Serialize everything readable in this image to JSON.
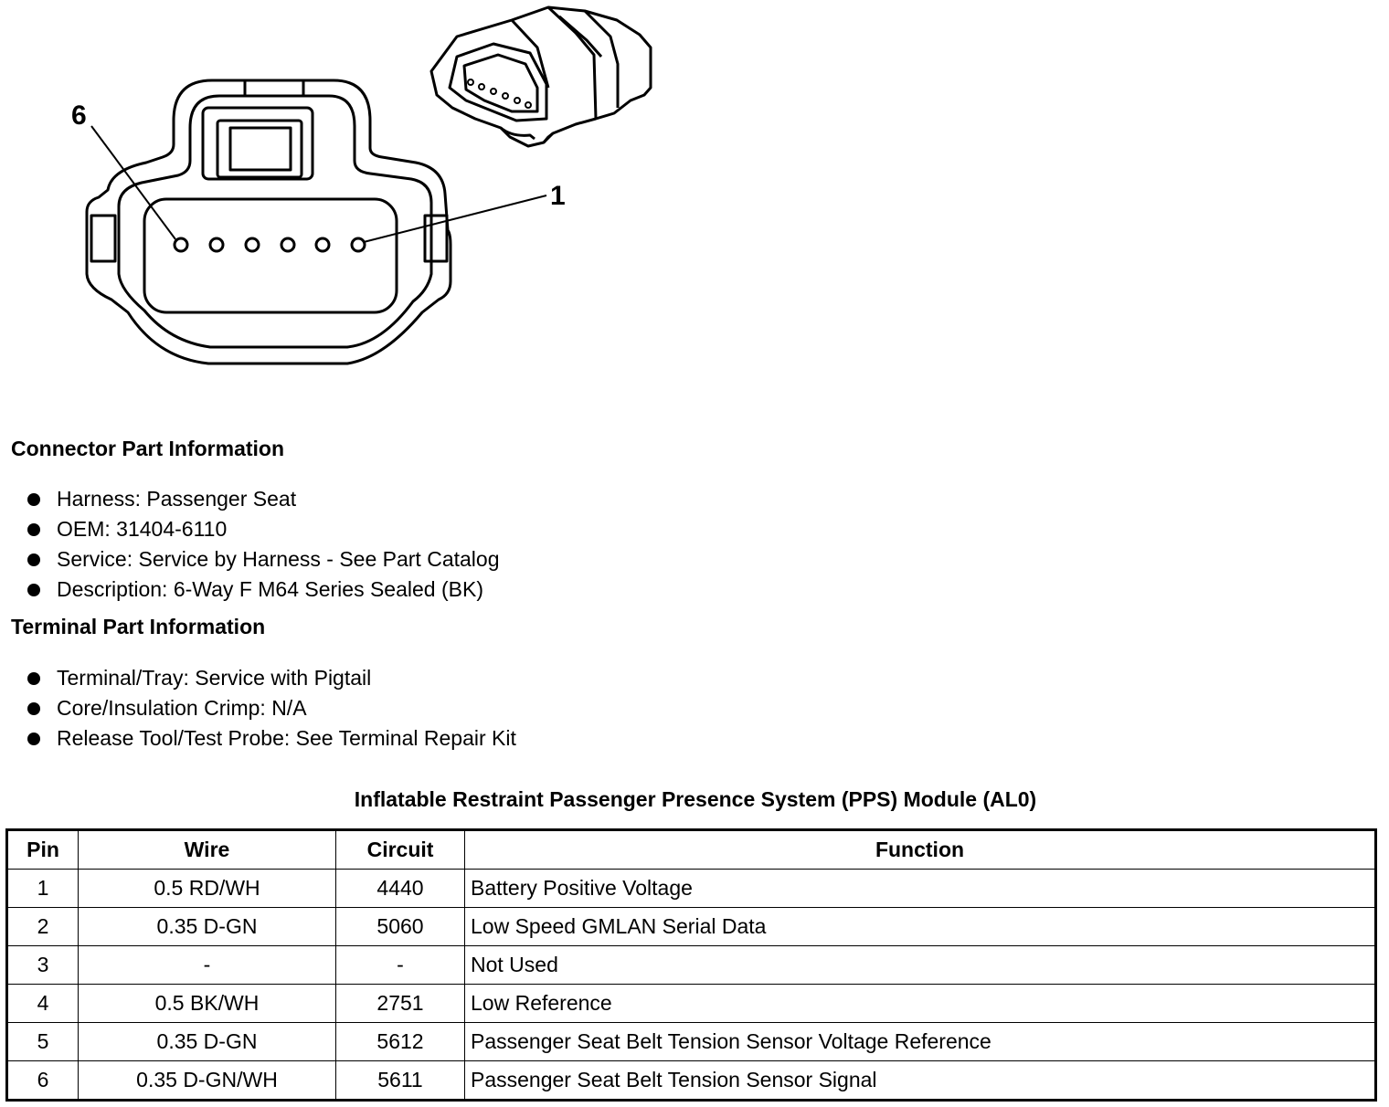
{
  "diagram": {
    "pin_labels": {
      "left": "6",
      "right": "1"
    }
  },
  "connector_section": {
    "title": "Connector Part Information",
    "items": [
      "Harness: Passenger Seat",
      "OEM: 31404-6110",
      "Service: Service by Harness - See Part Catalog",
      "Description: 6-Way F M64 Series Sealed (BK)"
    ]
  },
  "terminal_section": {
    "title": "Terminal Part Information",
    "items": [
      "Terminal/Tray: Service with Pigtail",
      "Core/Insulation Crimp: N/A",
      "Release Tool/Test Probe: See Terminal Repair Kit"
    ]
  },
  "table": {
    "title": "Inflatable Restraint Passenger Presence System (PPS) Module (AL0)",
    "headers": [
      "Pin",
      "Wire",
      "Circuit",
      "Function"
    ],
    "rows": [
      [
        "1",
        "0.5 RD/WH",
        "4440",
        "Battery Positive Voltage"
      ],
      [
        "2",
        "0.35 D-GN",
        "5060",
        "Low Speed GMLAN Serial Data"
      ],
      [
        "3",
        "-",
        "-",
        "Not Used"
      ],
      [
        "4",
        "0.5 BK/WH",
        "2751",
        "Low Reference"
      ],
      [
        "5",
        "0.35 D-GN",
        "5612",
        "Passenger Seat Belt Tension Sensor Voltage Reference"
      ],
      [
        "6",
        "0.35 D-GN/WH",
        "5611",
        "Passenger Seat Belt Tension Sensor Signal"
      ]
    ]
  }
}
